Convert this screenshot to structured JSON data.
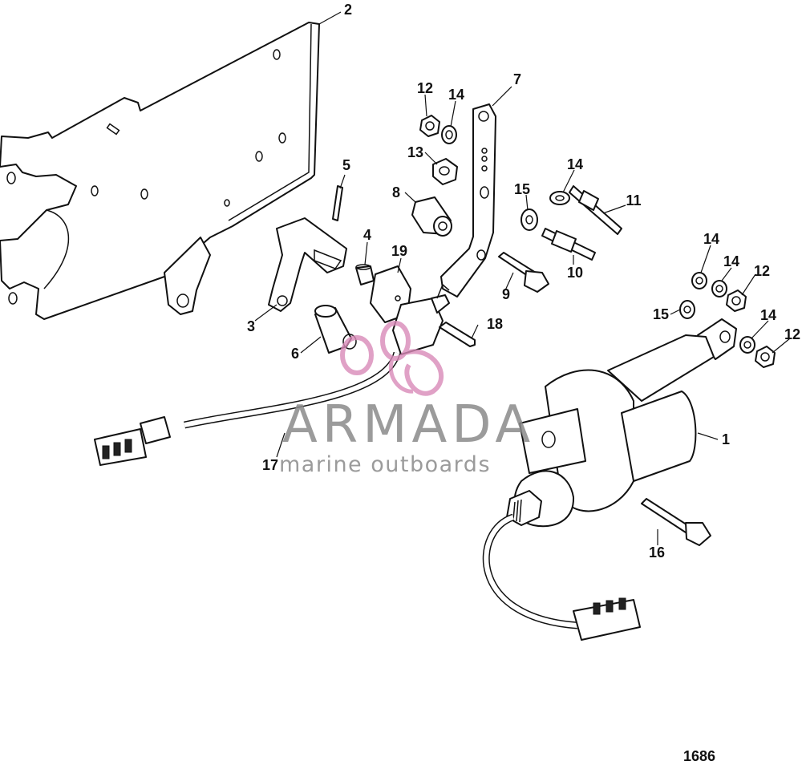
{
  "callouts": [
    {
      "id": "c1",
      "text": "1"
    },
    {
      "id": "c2",
      "text": "2"
    },
    {
      "id": "c3",
      "text": "3"
    },
    {
      "id": "c4",
      "text": "4"
    },
    {
      "id": "c5",
      "text": "5"
    },
    {
      "id": "c6",
      "text": "6"
    },
    {
      "id": "c7",
      "text": "7"
    },
    {
      "id": "c8",
      "text": "8"
    },
    {
      "id": "c9",
      "text": "9"
    },
    {
      "id": "c10",
      "text": "10"
    },
    {
      "id": "c11",
      "text": "11"
    },
    {
      "id": "c12a",
      "text": "12"
    },
    {
      "id": "c12b",
      "text": "12"
    },
    {
      "id": "c12c",
      "text": "12"
    },
    {
      "id": "c13",
      "text": "13"
    },
    {
      "id": "c14a",
      "text": "14"
    },
    {
      "id": "c14b",
      "text": "14"
    },
    {
      "id": "c14c",
      "text": "14"
    },
    {
      "id": "c14d",
      "text": "14"
    },
    {
      "id": "c14e",
      "text": "14"
    },
    {
      "id": "c15a",
      "text": "15"
    },
    {
      "id": "c15b",
      "text": "15"
    },
    {
      "id": "c16",
      "text": "16"
    },
    {
      "id": "c17",
      "text": "17"
    },
    {
      "id": "c18",
      "text": "18"
    },
    {
      "id": "c19",
      "text": "19"
    }
  ],
  "watermark": {
    "brand": "ARMADA",
    "tagline": "marine outboards",
    "logo_color": "#d98ab8",
    "text_color": "#8a8a8a"
  },
  "figure_number": "1686"
}
